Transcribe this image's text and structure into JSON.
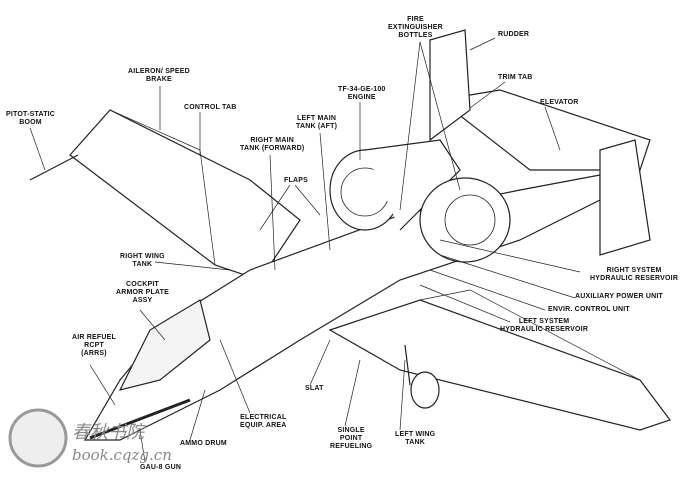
{
  "diagram": {
    "labels": {
      "fire_extinguisher": "FIRE\nEXTINGUISHER\nBOTTLES",
      "rudder": "RUDDER",
      "trim_tab": "TRIM TAB",
      "elevator": "ELEVATOR",
      "aileron": "AILERON/ SPEED\nBRAKE",
      "pitot": "PITOT-STATIC\nBOOM",
      "control_tab": "CONTROL TAB",
      "engine": "TF-34-GE-100\nENGINE",
      "left_main_tank": "LEFT MAIN\nTANK (AFT)",
      "right_main_tank": "RIGHT MAIN\nTANK (FORWARD)",
      "flaps": "FLAPS",
      "right_wing_tank": "RIGHT WING\nTANK",
      "cockpit_armor": "COCKPIT\nARMOR PLATE\nASSY",
      "air_refuel": "AIR REFUEL\nRCPT\n(ARRS)",
      "right_hyd": "RIGHT SYSTEM\nHYDRAULIC RESERVOIR",
      "apu": "AUXILIARY POWER UNIT",
      "ecu": "ENVIR. CONTROL UNIT",
      "left_hyd": "LEFT SYSTEM\nHYDRAULIC RESERVOIR",
      "slat": "SLAT",
      "electrical": "ELECTRICAL\nEQUIP. AREA",
      "ammo": "AMMO DRUM",
      "single_point": "SINGLE\nPOINT\nREFUELING",
      "left_wing_tank": "LEFT WING\nTANK",
      "gun": "GAU-8 GUN"
    },
    "watermark": {
      "chinese": "春秋书院",
      "url": "book.cqzg.cn"
    }
  }
}
